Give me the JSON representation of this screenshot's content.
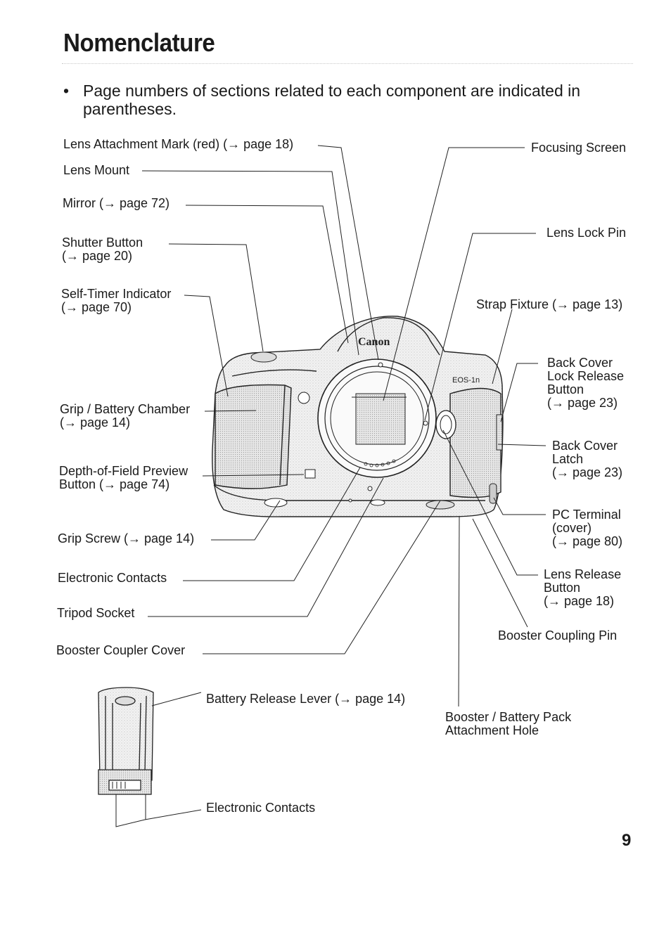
{
  "heading": "Nomenclature",
  "intro": {
    "bullet": "•",
    "text": "Page numbers of sections related to each component are indicated in parentheses."
  },
  "labels": {
    "lens_attachment_mark": "Lens Attachment Mark (red) (→ page 18)",
    "lens_mount": "Lens Mount",
    "mirror": "Mirror (→ page 72)",
    "shutter_button": "Shutter Button\n(→ page 20)",
    "self_timer_indicator": "Self-Timer Indicator\n(→ page 70)",
    "grip_battery_chamber": "Grip / Battery Chamber\n(→ page 14)",
    "dof_preview_button": "Depth-of-Field Preview\nButton (→ page 74)",
    "grip_screw": "Grip Screw (→ page 14)",
    "electronic_contacts": "Electronic Contacts",
    "tripod_socket": "Tripod Socket",
    "booster_coupler_cover": "Booster Coupler Cover",
    "focusing_screen": "Focusing Screen",
    "lens_lock_pin": "Lens Lock Pin",
    "strap_fixture": "Strap Fixture (→ page 13)",
    "back_cover_lock_release": "Back Cover\nLock Release\nButton\n(→ page 23)",
    "back_cover_latch": "Back Cover\nLatch\n(→ page 23)",
    "pc_terminal": "PC Terminal\n(cover)\n(→ page 80)",
    "lens_release_button": "Lens Release\nButton\n(→ page 18)",
    "booster_coupling_pin": "Booster Coupling Pin",
    "booster_pack_hole": "Booster / Battery Pack\nAttachment Hole",
    "battery_release_lever": "Battery Release Lever (→ page 14)",
    "grip_electronic_contacts": "Electronic Contacts"
  },
  "camera": {
    "brand": "Canon",
    "model": "EOS-1n"
  },
  "page_number": "9"
}
